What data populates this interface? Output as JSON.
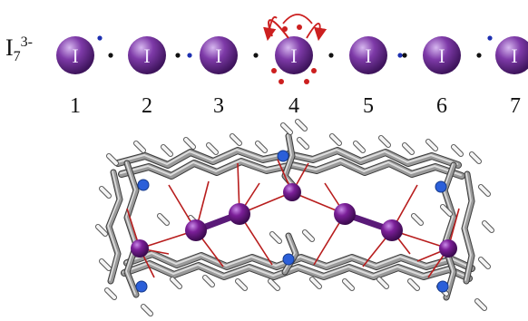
{
  "formula": {
    "base": "I",
    "subscript": "7",
    "superscript": "3-"
  },
  "atom_symbol": "I",
  "atom_numbers": [
    "1",
    "2",
    "3",
    "4",
    "5",
    "6",
    "7"
  ],
  "colors": {
    "iodine": "#6b2d91",
    "iodine_highlight": "#c9a3e6",
    "bond_dot": "#111111",
    "electron_blue": "#1d2fb0",
    "electron_red": "#cc1f1f",
    "carbon": "#9a9a9a",
    "hydrogen": "#f4f4f4",
    "nitrogen": "#2b5fd9",
    "io_bond": "#b81d1d"
  }
}
